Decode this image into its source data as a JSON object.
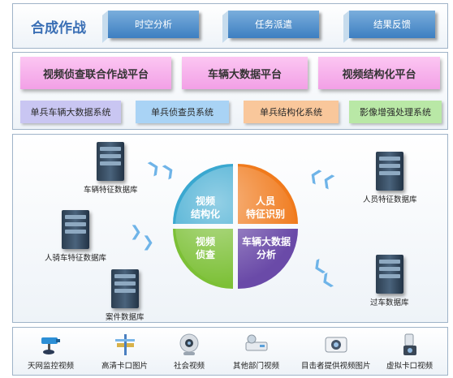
{
  "header": {
    "title": "合成作战"
  },
  "nav": [
    {
      "label": "时空分析"
    },
    {
      "label": "任务派遣"
    },
    {
      "label": "结果反馈"
    }
  ],
  "platforms": [
    {
      "label": "视频侦查联合作战平台"
    },
    {
      "label": "车辆大数据平台"
    },
    {
      "label": "视频结构化平台"
    }
  ],
  "systems": [
    {
      "label": "单兵车辆大数据系统",
      "color": "#c9c6f2"
    },
    {
      "label": "单兵侦查员系统",
      "color": "#a9d3f5"
    },
    {
      "label": "单兵结构化系统",
      "color": "#f9c79b"
    },
    {
      "label": "影像增强处理系统",
      "color": "#b9e8a6"
    }
  ],
  "databases": [
    {
      "label": "车辆特征数据库"
    },
    {
      "label": "人骑车特征数据库"
    },
    {
      "label": "案件数据库"
    },
    {
      "label": "人员特征数据库"
    },
    {
      "label": "过车数据库"
    }
  ],
  "quadrants": [
    {
      "label": "视频\n结构化",
      "color": "#3aa8d0"
    },
    {
      "label": "人员\n特征识别",
      "color": "#f07a1c"
    },
    {
      "label": "视频\n侦查",
      "color": "#7cc036"
    },
    {
      "label": "车辆大数据\n分析",
      "color": "#6a4aa8"
    }
  ],
  "sources": [
    {
      "label": "天网监控视频"
    },
    {
      "label": "高清卡口图片"
    },
    {
      "label": "社会视频"
    },
    {
      "label": "其他部门视频"
    },
    {
      "label": "目击者提供视频图片"
    },
    {
      "label": "虚拟卡口视频"
    }
  ]
}
